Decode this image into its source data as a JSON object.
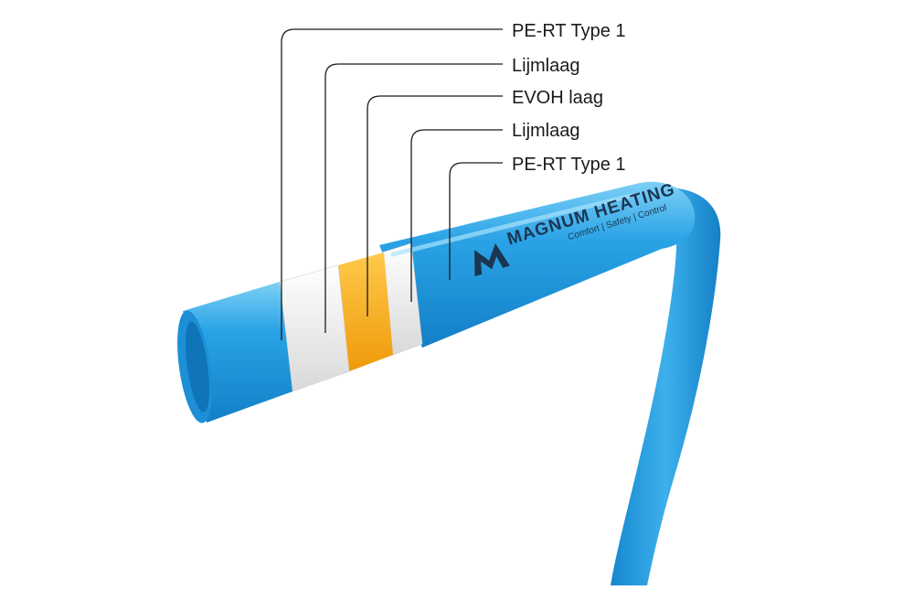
{
  "layers": [
    {
      "label": "PE-RT Type 1"
    },
    {
      "label": "Lijmlaag"
    },
    {
      "label": "EVOH laag"
    },
    {
      "label": "Lijmlaag"
    },
    {
      "label": "PE-RT Type 1"
    }
  ],
  "brand": {
    "name": "MAGNUM HEATING",
    "tagline": "Comfort | Safety | Control"
  },
  "colors": {
    "pipe": "#2aa3e6",
    "pipe_shadow": "#137fc8",
    "adhesive": "#f2f2f2",
    "evoh": "#f5a91b",
    "brand_text": "#1b3552",
    "leader": "#1a1a1a"
  }
}
